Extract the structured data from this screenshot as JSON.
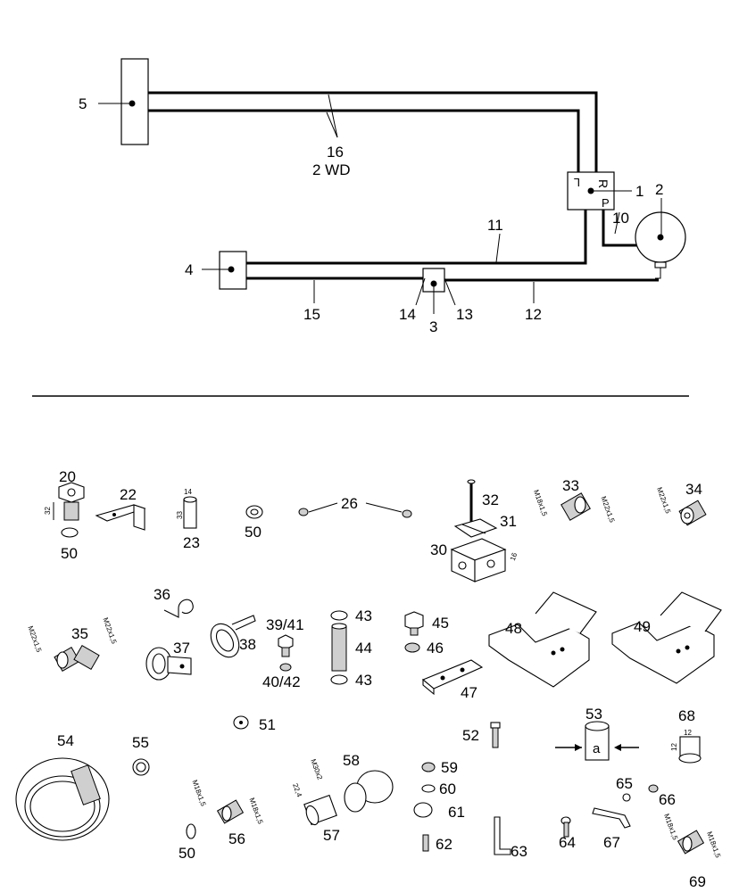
{
  "schematic": {
    "labels": {
      "n1": "1",
      "n2": "2",
      "n3": "3",
      "n4": "4",
      "n5": "5",
      "n10": "10",
      "n11": "11",
      "n12": "12",
      "n13": "13",
      "n14": "14",
      "n15": "15",
      "n16": "16",
      "wd": "2 WD"
    },
    "valve_letters": {
      "r": "R",
      "l": "L",
      "p": "P"
    }
  },
  "parts": {
    "p20": "20",
    "p22": "22",
    "p23": "23",
    "p50a": "50",
    "p26": "26",
    "p32": "32",
    "p31": "31",
    "p30": "30",
    "p33": "33",
    "p34": "34",
    "p50b": "50",
    "p36": "36",
    "p35": "35",
    "p37": "37",
    "p38": "38",
    "p3941": "39/41",
    "p4042": "40/42",
    "p43a": "43",
    "p44": "44",
    "p43b": "43",
    "p45": "45",
    "p46": "46",
    "p47": "47",
    "p48": "48",
    "p49": "49",
    "p51": "51",
    "p52": "52",
    "p53": "53",
    "p53a": "a",
    "p68": "68",
    "p54": "54",
    "p55": "55",
    "p56": "56",
    "p50c": "50",
    "p58": "58",
    "p57": "57",
    "p59": "59",
    "p60": "60",
    "p61": "61",
    "p62": "62",
    "p63": "63",
    "p64": "64",
    "p65": "65",
    "p66": "66",
    "p67": "67",
    "p69": "69"
  },
  "dimensions": {
    "d20_32": "32",
    "d23_14": "14",
    "d23_33": "33",
    "d30_16": "16",
    "d33_m18": "M18x1,5",
    "d33_m22": "M22x1,5",
    "d34_m22": "M22x1,5",
    "d35_m22a": "M22x1,5",
    "d35_m22b": "M22x1,5",
    "d68_12a": "12",
    "d68_12b": "12",
    "d56_m18a": "M18x1,5",
    "d56_m18b": "M18x1,5",
    "d58_m30": "M30x2",
    "d57_22": "22,4",
    "d69_m18a": "M18x1,5",
    "d69_m18b": "M18x1,5"
  }
}
